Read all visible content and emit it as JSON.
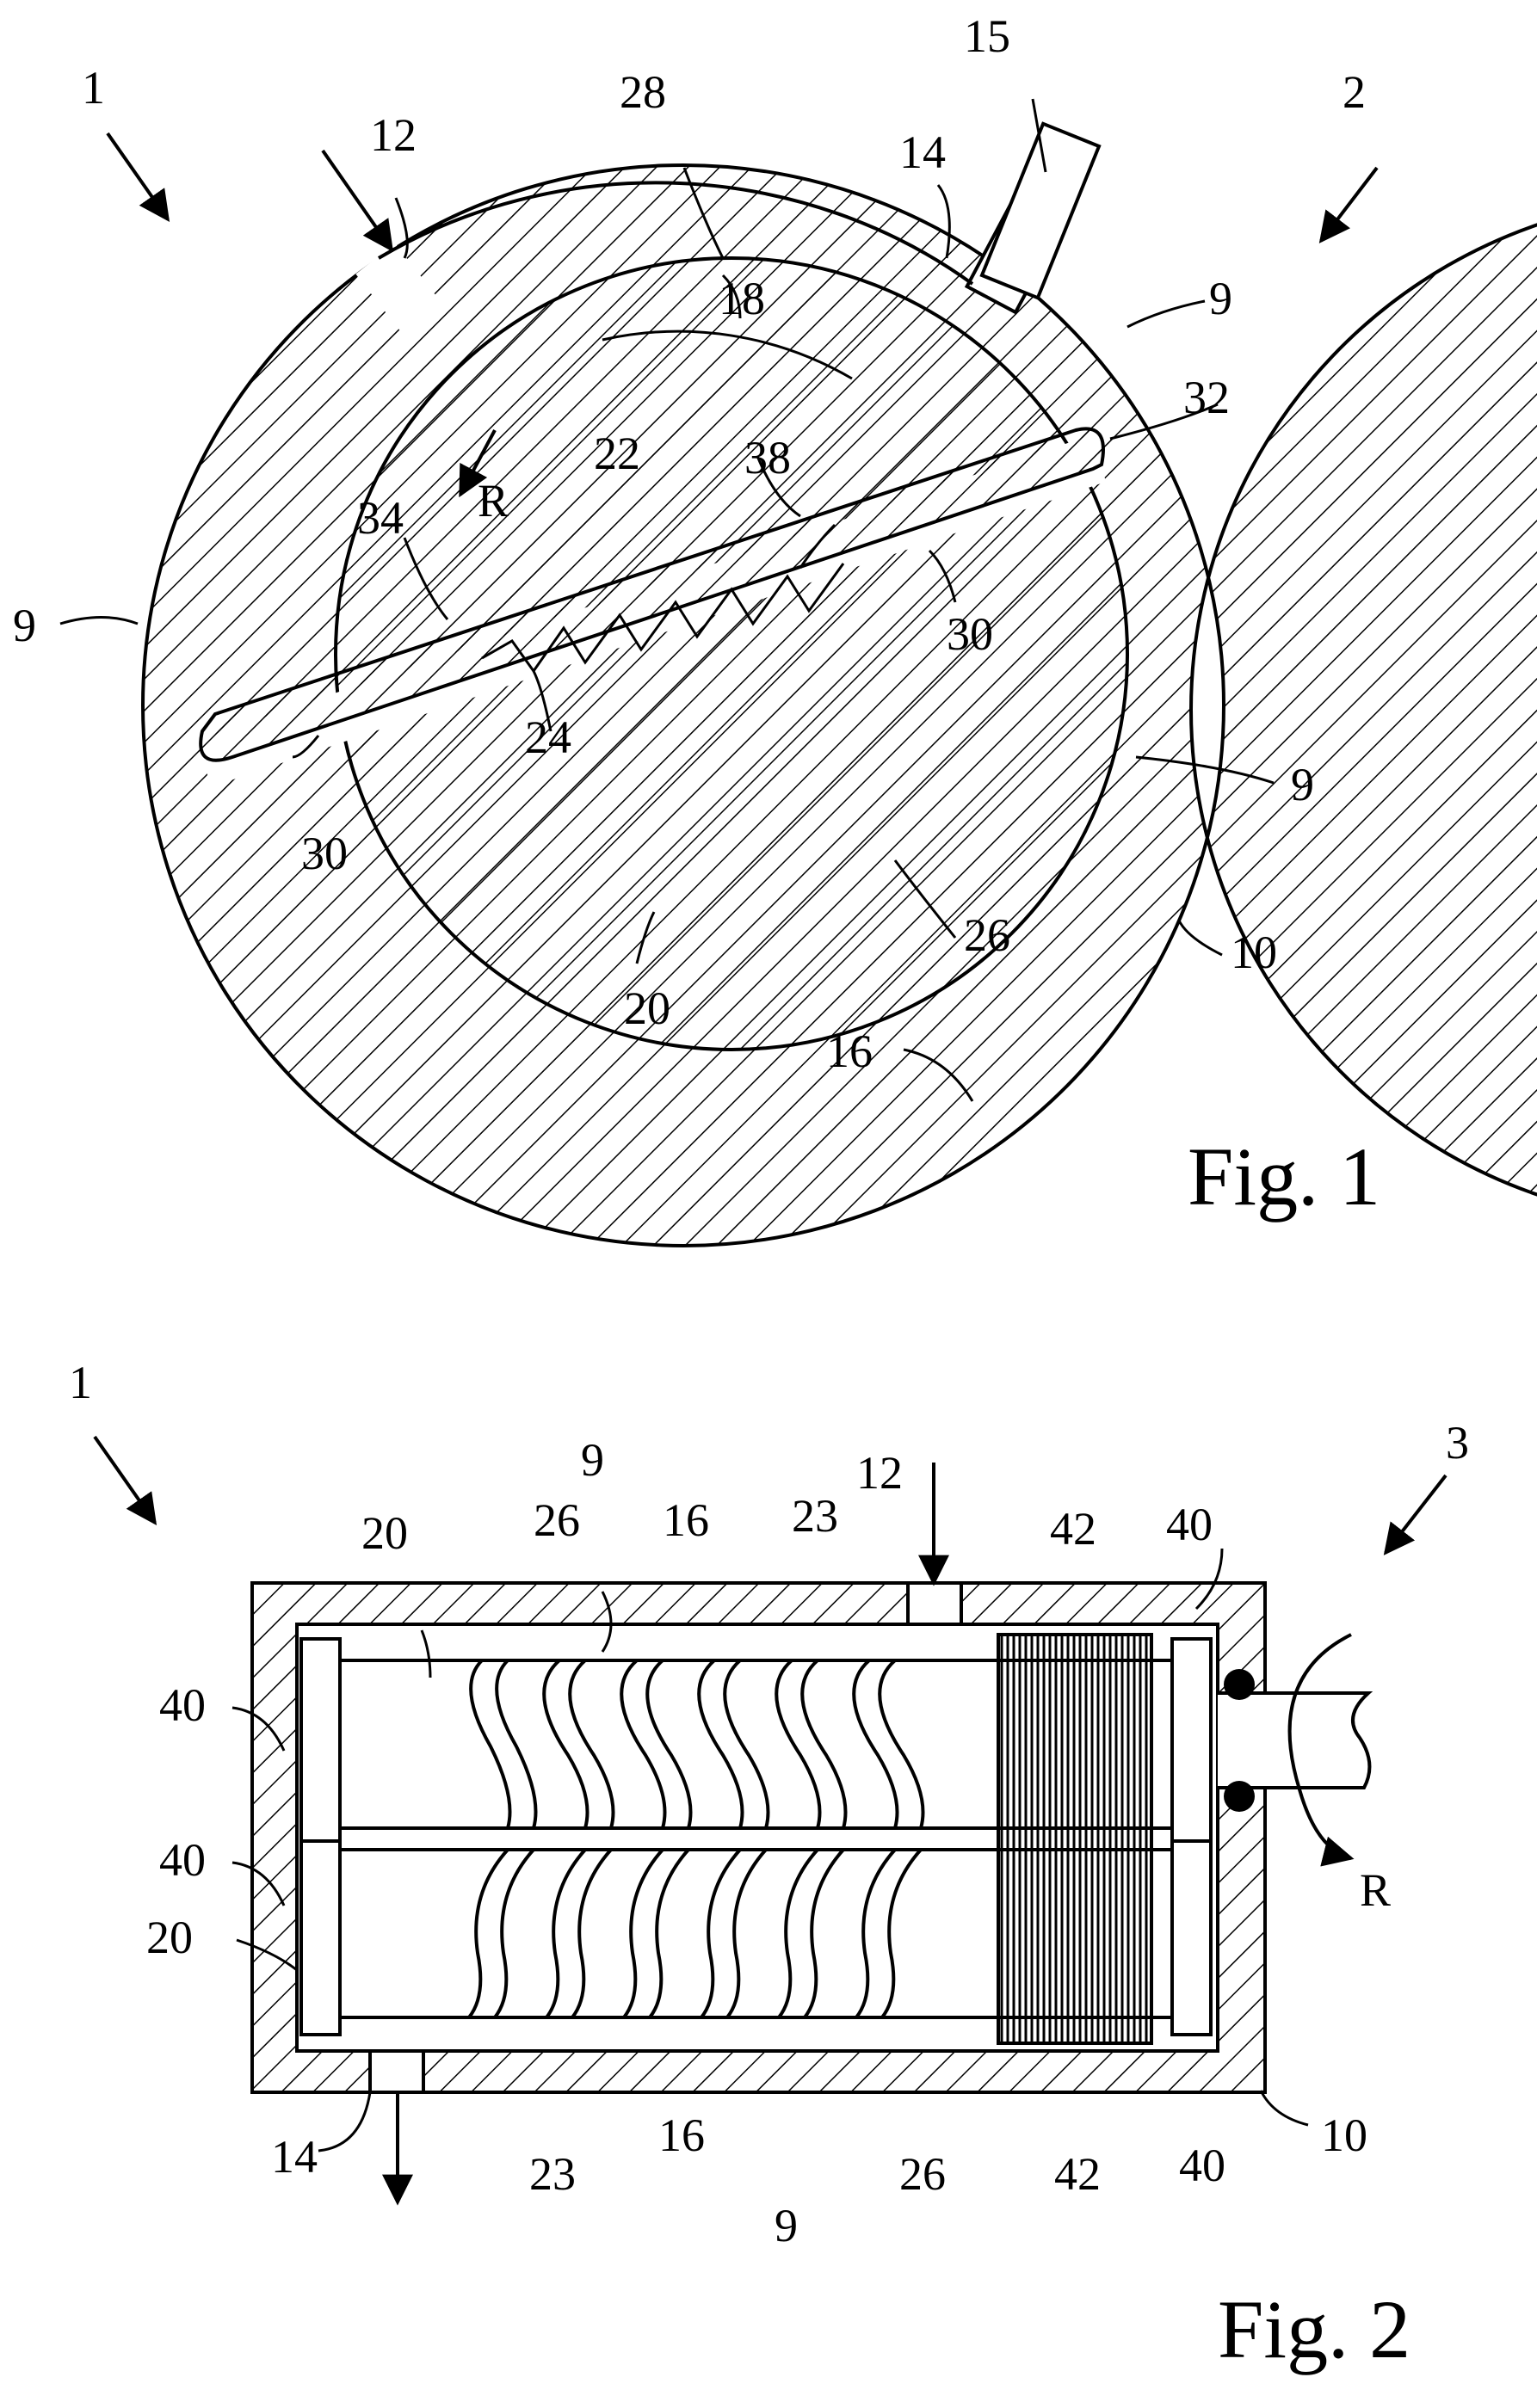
{
  "figures": {
    "fig1": {
      "caption": "Fig. 1",
      "labels": {
        "l1": "1",
        "l2": "2",
        "l12": "12",
        "l28": "28",
        "l14": "14",
        "l15": "15",
        "l18": "18",
        "l9a": "9",
        "l9b": "9",
        "l9c": "9",
        "l32": "32",
        "l22": "22",
        "l38": "38",
        "lR": "R",
        "l34": "34",
        "l30a": "30",
        "l30b": "30",
        "l24": "24",
        "l20": "20",
        "l26": "26",
        "l10": "10",
        "l16": "16"
      }
    },
    "fig2": {
      "caption": "Fig. 2",
      "labels": {
        "l1": "1",
        "l3": "3",
        "l9a": "9",
        "l12": "12",
        "l20a": "20",
        "l26a": "26",
        "l16a": "16",
        "l23a": "23",
        "l42a": "42",
        "l40a": "40",
        "l40b": "40",
        "l40c": "40",
        "l20b": "20",
        "lR": "R",
        "l14": "14",
        "l23b": "23",
        "l16b": "16",
        "l9b": "9",
        "l26b": "26",
        "l42b": "42",
        "l40d": "40",
        "l10": "10"
      }
    }
  },
  "colors": {
    "ink": "#000000",
    "paper": "#ffffff"
  }
}
